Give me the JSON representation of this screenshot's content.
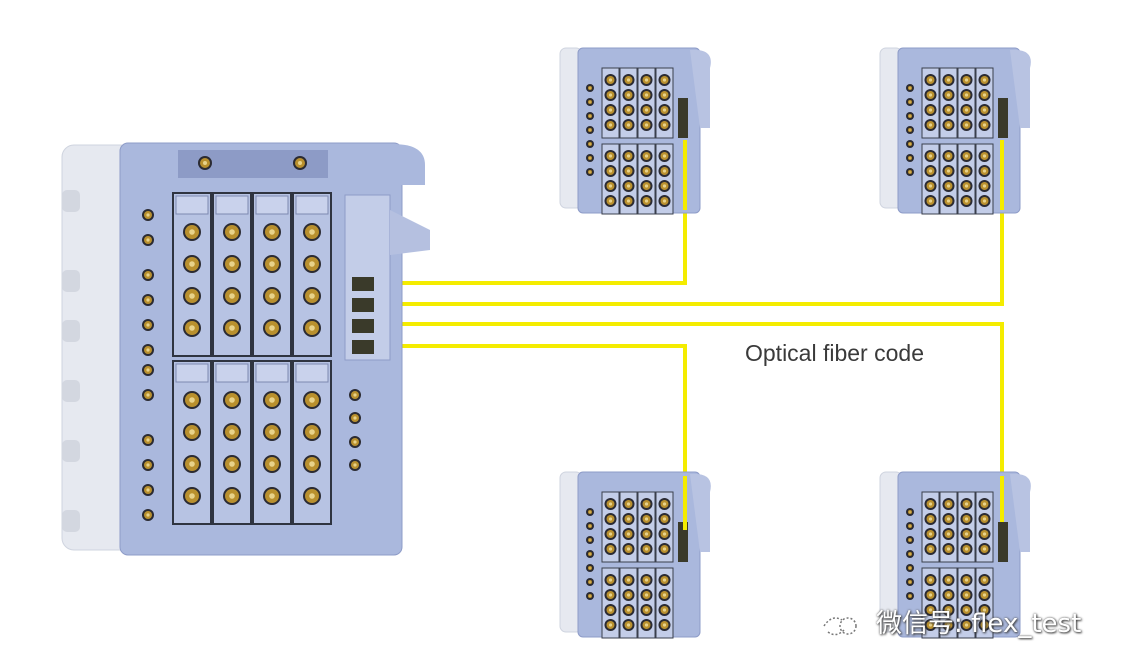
{
  "diagram": {
    "label": "Optical fiber code",
    "watermark": "微信号: flex_test",
    "colors": {
      "fiber": "#f4ec00",
      "device": "#aab8dd",
      "device_dark": "#7f8fbf",
      "case": "#e6e9f0",
      "connector": "#b9902e"
    },
    "main_unit": {
      "module_columns": 4,
      "module_rows": 2,
      "optical_ports": 4
    },
    "remote_units": 4
  }
}
